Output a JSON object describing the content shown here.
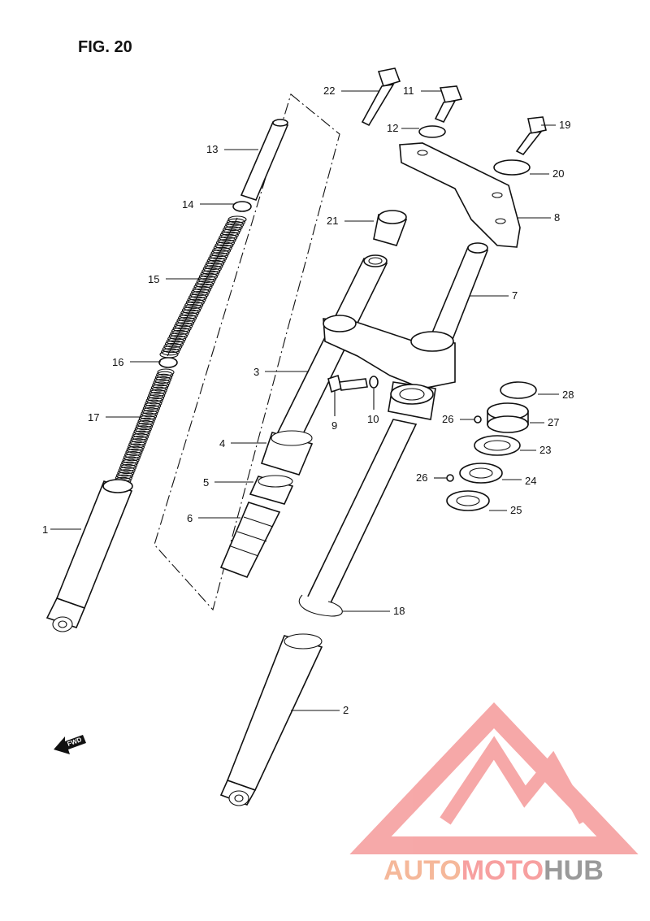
{
  "figure": {
    "title": "FIG. 20"
  },
  "callouts": [
    {
      "num": "1"
    },
    {
      "num": "2"
    },
    {
      "num": "3"
    },
    {
      "num": "4"
    },
    {
      "num": "5"
    },
    {
      "num": "6"
    },
    {
      "num": "7"
    },
    {
      "num": "8"
    },
    {
      "num": "9"
    },
    {
      "num": "10"
    },
    {
      "num": "11"
    },
    {
      "num": "12"
    },
    {
      "num": "13"
    },
    {
      "num": "14"
    },
    {
      "num": "15"
    },
    {
      "num": "16"
    },
    {
      "num": "17"
    },
    {
      "num": "18"
    },
    {
      "num": "19"
    },
    {
      "num": "20"
    },
    {
      "num": "21"
    },
    {
      "num": "22"
    },
    {
      "num": "23"
    },
    {
      "num": "24"
    },
    {
      "num": "25"
    },
    {
      "num": "26"
    },
    {
      "num": "26"
    },
    {
      "num": "27"
    },
    {
      "num": "28"
    }
  ],
  "fwd_arrow": {
    "label": "FWD"
  },
  "watermark": {
    "part1": "AUTO",
    "part2": "MOTO",
    "part3": "HUB",
    "colors": {
      "part1": "#f5b89a",
      "part2": "#f7a0a0",
      "part3": "#9a9a9a",
      "logo": "#f59a9a"
    }
  }
}
